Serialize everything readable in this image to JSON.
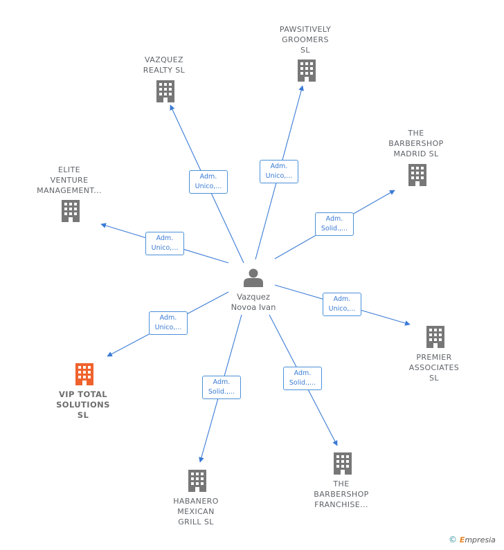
{
  "colors": {
    "edge": "#3a7bd5",
    "building": "#777777",
    "highlight": "#f0622d",
    "person": "#777777"
  },
  "center": {
    "name": "Vazquez\nNovoa Ivan",
    "icon": "person-icon"
  },
  "companies": [
    {
      "id": "vazquez-realty",
      "name": "VAZQUEZ\nREALTY  SL",
      "highlight": false
    },
    {
      "id": "pawsitively-groomers",
      "name": "PAWSITIVELY\nGROOMERS\nSL",
      "highlight": false
    },
    {
      "id": "barbershop-madrid",
      "name": "THE\nBARBERSHOP\nMADRID  SL",
      "highlight": false
    },
    {
      "id": "elite-venture",
      "name": "ELITE\nVENTURE\nMANAGEMENT...",
      "highlight": false
    },
    {
      "id": "premier-associates",
      "name": "PREMIER\nASSOCIATES\nSL",
      "highlight": false
    },
    {
      "id": "vip-total",
      "name": "VIP TOTAL\nSOLUTIONS\nSL",
      "highlight": true
    },
    {
      "id": "habanero",
      "name": "HABANERO\nMEXICAN\nGRILL  SL",
      "highlight": false
    },
    {
      "id": "barbershop-franchise",
      "name": "THE\nBARBERSHOP\nFRANCHISE...",
      "highlight": false
    }
  ],
  "edges": [
    {
      "to": "vazquez-realty",
      "line1": "Adm.",
      "line2": "Unico,..."
    },
    {
      "to": "pawsitively-groomers",
      "line1": "Adm.",
      "line2": "Unico,..."
    },
    {
      "to": "barbershop-madrid",
      "line1": "Adm.",
      "line2": "Solid.,..."
    },
    {
      "to": "elite-venture",
      "line1": "Adm.",
      "line2": "Unico,..."
    },
    {
      "to": "premier-associates",
      "line1": "Adm.",
      "line2": "Unico,..."
    },
    {
      "to": "vip-total",
      "line1": "Adm.",
      "line2": "Unico,..."
    },
    {
      "to": "habanero",
      "line1": "Adm.",
      "line2": "Solid.,..."
    },
    {
      "to": "barbershop-franchise",
      "line1": "Adm.",
      "line2": "Solid.,..."
    }
  ],
  "footer": {
    "copyright_symbol": "©",
    "brand_first": "E",
    "brand_rest": "mpresia"
  }
}
